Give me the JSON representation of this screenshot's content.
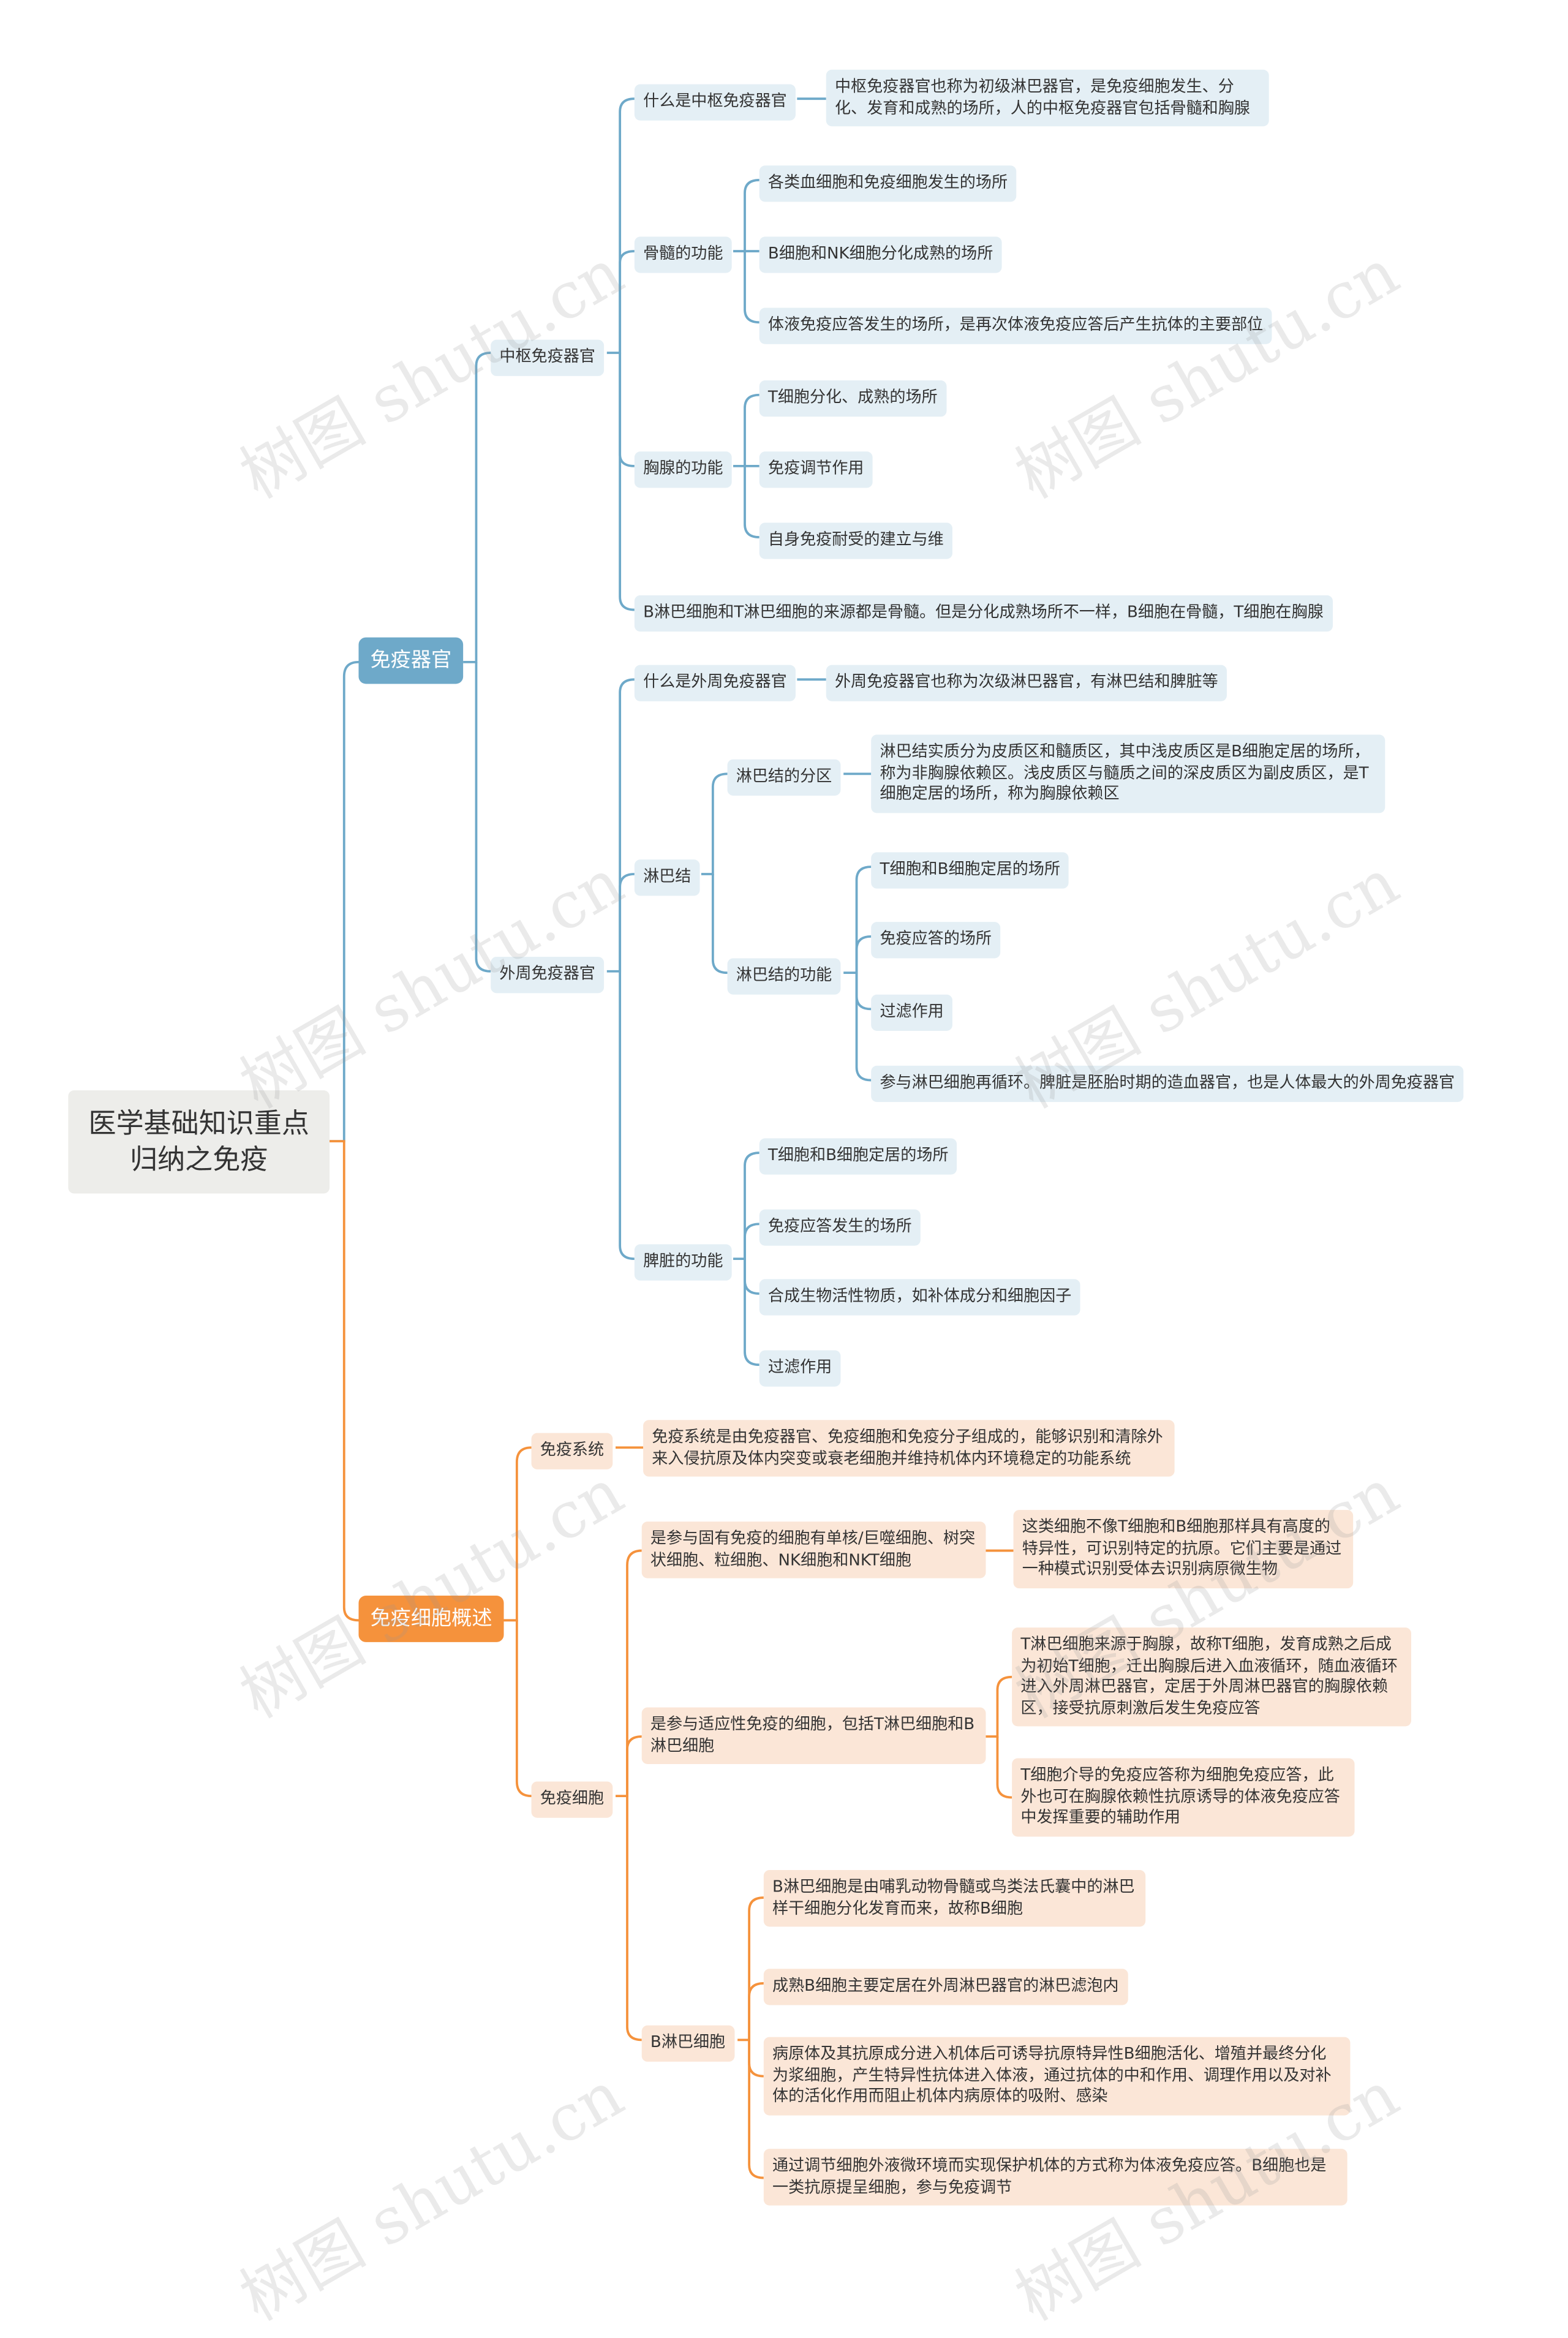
{
  "root": {
    "line1": "医学基础知识重点",
    "line2": "归纳之免疫"
  },
  "watermark": "树图 shutu.cn",
  "colors": {
    "blue_line": "#6ea9c9",
    "orange_line": "#f5923c",
    "blue_node": "#e4eff5",
    "orange_node": "#fbe6d7"
  },
  "immune_organs": {
    "label": "免疫器官",
    "central": {
      "label": "中枢免疫器官",
      "what_label": "什么是中枢免疫器官",
      "what_text": "中枢免疫器官也称为初级淋巴器官，是免疫细胞发生、分化、发育和成熟的场所，人的中枢免疫器官包括骨髓和胸腺",
      "bone_marrow": {
        "label": "骨髓的功能",
        "items": [
          "各类血细胞和免疫细胞发生的场所",
          "B细胞和NK细胞分化成熟的场所",
          "体液免疫应答发生的场所，是再次体液免疫应答后产生抗体的主要部位"
        ]
      },
      "thymus": {
        "label": "胸腺的功能",
        "items": [
          "T细胞分化、成熟的场所",
          "免疫调节作用",
          "自身免疫耐受的建立与维"
        ]
      },
      "note": "B淋巴细胞和T淋巴细胞的来源都是骨髓。但是分化成熟场所不一样，B细胞在骨髓，T细胞在胸腺"
    },
    "peripheral": {
      "label": "外周免疫器官",
      "what_label": "什么是外周免疫器官",
      "what_text": "外周免疫器官也称为次级淋巴器官，有淋巴结和脾脏等",
      "lymph_node": {
        "label": "淋巴结",
        "zones_label": "淋巴结的分区",
        "zones_text": "淋巴结实质分为皮质区和髓质区，其中浅皮质区是B细胞定居的场所，称为非胸腺依赖区。浅皮质区与髓质之间的深皮质区为副皮质区，是T细胞定居的场所，称为胸腺依赖区",
        "functions_label": "淋巴结的功能",
        "functions": [
          "T细胞和B细胞定居的场所",
          "免疫应答的场所",
          "过滤作用",
          "参与淋巴细胞再循环。脾脏是胚胎时期的造血器官，也是人体最大的外周免疫器官"
        ]
      },
      "spleen": {
        "label": "脾脏的功能",
        "items": [
          "T细胞和B细胞定居的场所",
          "免疫应答发生的场所",
          "合成生物活性物质，如补体成分和细胞因子",
          "过滤作用"
        ]
      }
    }
  },
  "immune_cells": {
    "label": "免疫细胞概述",
    "system": {
      "label": "免疫系统",
      "text": "免疫系统是由免疫器官、免疫细胞和免疫分子组成的，能够识别和清除外来入侵抗原及体内突变或衰老细胞并维持机体内环境稳定的功能系统"
    },
    "cells": {
      "label": "免疫细胞",
      "innate": {
        "text": "是参与固有免疫的细胞有单核/巨噬细胞、树突状细胞、粒细胞、NK细胞和NKT细胞",
        "detail": "这类细胞不像T细胞和B细胞那样具有高度的特异性，可识别特定的抗原。它们主要是通过一种模式识别受体去识别病原微生物"
      },
      "adaptive": {
        "text": "是参与适应性免疫的细胞，包括T淋巴细胞和B淋巴细胞",
        "details": [
          "T淋巴细胞来源于胸腺，故称T细胞，发育成熟之后成为初始T细胞，迁出胸腺后进入血液循环，随血液循环进入外周淋巴器官，定居于外周淋巴器官的胸腺依赖区，接受抗原刺激后发生免疫应答",
          "T细胞介导的免疫应答称为细胞免疫应答，此外也可在胸腺依赖性抗原诱导的体液免疫应答中发挥重要的辅助作用"
        ]
      },
      "b_cell": {
        "label": "B淋巴细胞",
        "items": [
          "B淋巴细胞是由哺乳动物骨髓或鸟类法氏囊中的淋巴样干细胞分化发育而来，故称B细胞",
          "成熟B细胞主要定居在外周淋巴器官的淋巴滤泡内",
          "病原体及其抗原成分进入机体后可诱导抗原特异性B细胞活化、增殖并最终分化为浆细胞，产生特异性抗体进入体液，通过抗体的中和作用、调理作用以及对补体的活化作用而阻止机体内病原体的吸附、感染",
          "通过调节细胞外液微环境而实现保护机体的方式称为体液免疫应答。B细胞也是一类抗原提呈细胞，参与免疫调节"
        ]
      }
    }
  }
}
